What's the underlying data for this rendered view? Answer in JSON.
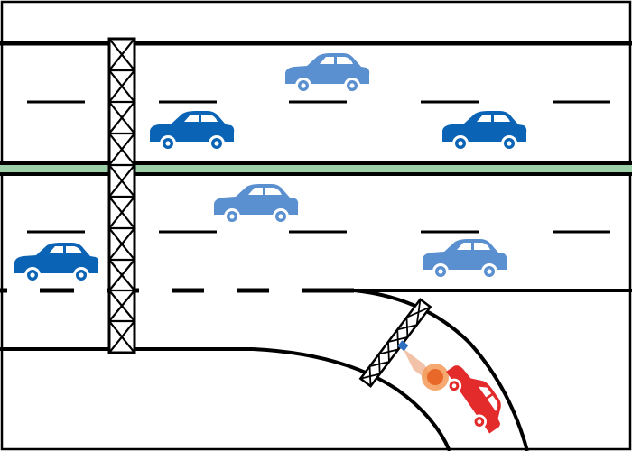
{
  "colors": {
    "background": "#ffffff",
    "line": "#000000",
    "median": "#9ccfa7",
    "car_dark_blue": "#0a63b5",
    "car_light_blue": "#5a8fd0",
    "car_red": "#e32b2b",
    "sensor_blue": "#2d6fc1",
    "beam": "#f0b89a",
    "radar_orange": "#e8682a"
  },
  "cars": [
    {
      "id": "upper-lane1-light-car",
      "style": "light",
      "facing": "right"
    },
    {
      "id": "upper-lane2-dark-car-left",
      "style": "dark",
      "facing": "right"
    },
    {
      "id": "upper-lane2-dark-car-right",
      "style": "dark",
      "facing": "right"
    },
    {
      "id": "lower-lane1-light-car",
      "style": "light",
      "facing": "right"
    },
    {
      "id": "lower-lane2-dark-car",
      "style": "dark",
      "facing": "right"
    },
    {
      "id": "lower-lane2-light-car",
      "style": "light",
      "facing": "right"
    },
    {
      "id": "ramp-red-car",
      "style": "red",
      "facing": "down-right"
    }
  ],
  "icons": {
    "gantry": "truss-gantry-icon",
    "ramp_gantry": "ramp-gantry-icon",
    "sensor": "roadside-sensor-icon",
    "radar": "radar-wave-icon"
  }
}
